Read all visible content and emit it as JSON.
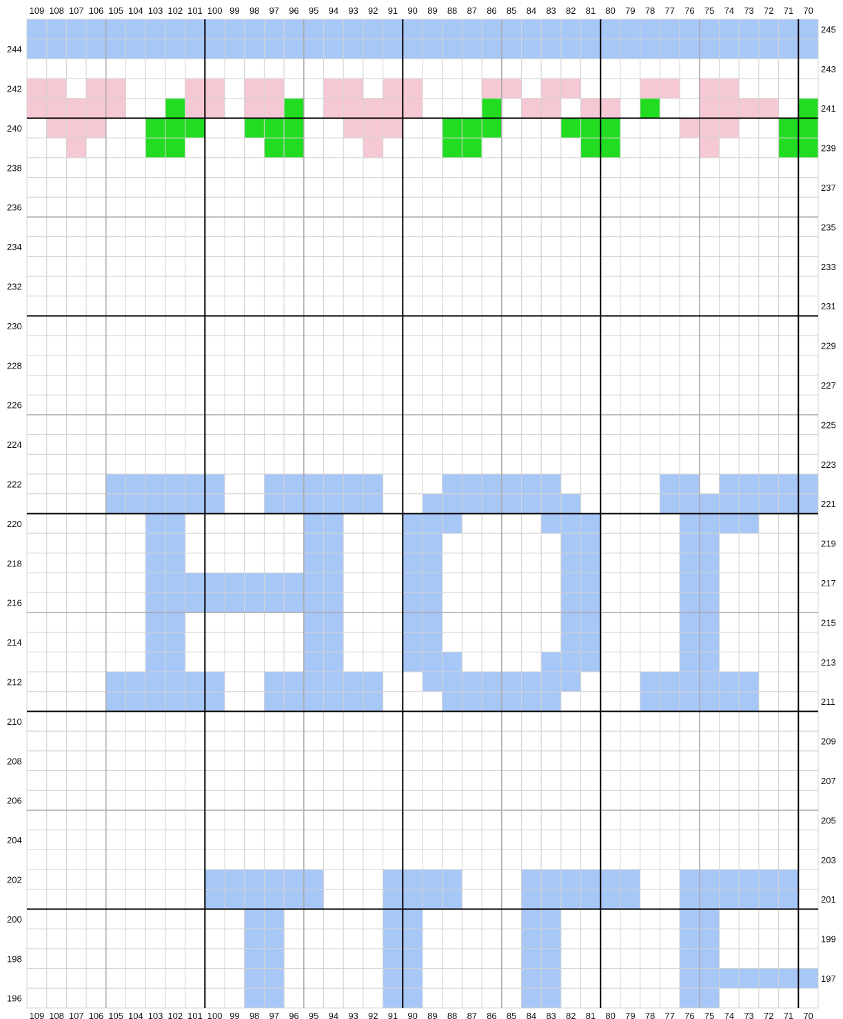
{
  "chart_data": {
    "type": "heatmap",
    "x_columns_left_to_right": [
      109,
      108,
      107,
      106,
      105,
      104,
      103,
      102,
      101,
      100,
      99,
      98,
      97,
      96,
      95,
      94,
      93,
      92,
      91,
      90,
      89,
      88,
      87,
      86,
      85,
      84,
      83,
      82,
      81,
      80,
      79,
      78,
      77,
      76,
      75,
      74,
      73,
      72,
      71,
      70
    ],
    "y_rows_top_to_bottom": [
      245,
      244,
      243,
      242,
      241,
      240,
      239,
      238,
      237,
      236,
      235,
      234,
      233,
      232,
      231,
      230,
      229,
      228,
      227,
      226,
      225,
      224,
      223,
      222,
      221,
      220,
      219,
      218,
      217,
      216,
      215,
      214,
      213,
      212,
      211,
      210,
      209,
      208,
      207,
      206,
      205,
      204,
      203,
      202,
      201,
      200,
      199,
      198,
      197,
      196
    ],
    "x_tick_labels": [
      "109",
      "108",
      "107",
      "106",
      "105",
      "104",
      "103",
      "102",
      "101",
      "100",
      "99",
      "98",
      "97",
      "96",
      "95",
      "94",
      "93",
      "92",
      "91",
      "90",
      "89",
      "88",
      "87",
      "86",
      "85",
      "84",
      "83",
      "82",
      "81",
      "80",
      "79",
      "78",
      "77",
      "76",
      "75",
      "74",
      "73",
      "72",
      "71",
      "70"
    ],
    "y_tick_labels_left": [
      "244",
      "242",
      "240",
      "238",
      "236",
      "234",
      "232",
      "230",
      "228",
      "226",
      "224",
      "222",
      "220",
      "218",
      "216",
      "214",
      "212",
      "210",
      "208",
      "206",
      "204",
      "202",
      "200",
      "198",
      "196"
    ],
    "y_tick_labels_right": [
      "245",
      "243",
      "241",
      "239",
      "237",
      "235",
      "233",
      "231",
      "229",
      "227",
      "225",
      "223",
      "221",
      "219",
      "217",
      "215",
      "213",
      "211",
      "209",
      "207",
      "205",
      "203",
      "201",
      "199",
      "197"
    ],
    "major_grid_x_after_columns": [
      101,
      91,
      81,
      71
    ],
    "minor_grid_x_after_columns": [
      106,
      96,
      86,
      76
    ],
    "major_grid_y_after_rows": [
      241,
      231,
      221,
      211,
      201
    ],
    "minor_grid_y_after_rows": [
      236,
      226,
      216,
      206
    ],
    "colors": {
      "B": "#a7c7f7",
      "P": "#f5c8d3",
      "G": "#22dc22",
      "grid": "#d3d3d3",
      "minor": "#a9a9a9",
      "major": "#000000"
    },
    "row_patterns": [
      "BBBBBBBBBBBBBBBBBBBBBBBBBBBBBBBBBBBBBBBB",
      "BBBBBBBBBBBBBBBBBBBBBBBBBBBBBBBBBBBBBBBB",
      "........................................",
      "PP.PP...PP.PP..PP.PP...PP.PP...PP.PP....",
      "PPPPP..GPP.PPG.PPPPP...G.PP.PP.G..PPPP.G",
      ".PPP..GGG..GGG..PPP..GGG...GGG...PPP..GG",
      "..P...GG....GG...P...GG.....GG....P...GG",
      "........................................",
      "........................................",
      "........................................",
      "........................................",
      "........................................",
      "........................................",
      "........................................",
      "........................................",
      "........................................",
      "........................................",
      "........................................",
      "........................................",
      "........................................",
      "........................................",
      "........................................",
      "........................................",
      "....BBBBBB..BBBBBB...BBBBBB.....BB.BBBBB",
      "....BBBBBB..BBBBBB..BBBBBBBB....BBBBBBBB",
      "......BB......BB...BBB....BBB....BBBB...",
      "......BB......BB...BB......BB....BB.....",
      "......BB......BB...BB......BB....BB.....",
      "......BBBBBBBBBB...BB......BB....BB.....",
      "......BBBBBBBBBB...BB......BB....BB.....",
      "......BB......BB...BB......BB....BB.....",
      "......BB......BB...BB......BB....BB.....",
      "......BB......BB...BBB....BBB....BB.....",
      "....BBBBBB..BBBBBB..BBBBBBBB...BBBBBB...",
      "....BBBBBB..BBBBBB...BBBBBB....BBBBBB...",
      "........................................",
      "........................................",
      "........................................",
      "........................................",
      "........................................",
      "........................................",
      "........................................",
      "........................................",
      ".........BBBBBB...BBBB...BBBBBB..BBBBBB.",
      ".........BBBBBB...BBBB...BBBBBB..BBBBBB.",
      "...........BB.....BB.....BB......BB.....",
      "...........BB.....BB.....BB......BB.....",
      "...........BB.....BB.....BB......BB.....",
      "...........BB.....BB.....BB......BBBBBBB",
      "...........BB.....BB.....BB......BB....."
    ]
  }
}
